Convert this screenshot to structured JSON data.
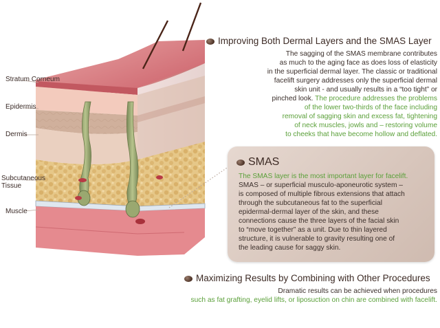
{
  "layer_labels": {
    "stratum_corneum": "Stratum Corneum",
    "epidermis": "Epidermis",
    "dermis": "Dermis",
    "subcutaneous_tissue_line1": "Subcutaneous",
    "subcutaneous_tissue_line2": "Tissue",
    "muscle": "Muscle"
  },
  "section1": {
    "heading": "Improving Both Dermal Layers and the SMAS Layer",
    "text_lines": [
      "The sagging of the SMAS membrane contributes",
      "as much to the aging face as does loss of elasticity",
      "in the superficial dermal layer. The classic or traditional",
      "facelift surgery addresses only the superficial dermal",
      "skin unit - and usually results in a “too tight” or",
      "pinched look."
    ],
    "inline_green_after_line6": "The procedure addresses the problems",
    "green_lines": [
      "of the lower two-thirds of the face including",
      "removal of sagging skin and excess fat, tightening",
      "of neck muscles, jowls and – restoring volume",
      "to cheeks that have become hollow and deflated."
    ]
  },
  "smas_box": {
    "title": "SMAS",
    "lead": "The SMAS layer is the most important layer for facelift.",
    "body_lines": [
      "SMAS – or superficial musculo-aponeurotic system –",
      "is composed of multiple fibrous extensions that attach",
      "through the subcutaneous fat to the superficial",
      "epidermal-dermal layer of the skin, and these",
      "connections cause the three layers of the facial skin",
      "to “move together” as a unit. Due to thin layered",
      "structure, it is vulnerable to gravity resulting one of",
      "the leading cause for saggy skin."
    ]
  },
  "section2": {
    "heading": "Maximizing Results by Combining with Other Procedures",
    "line1": "Dramatic results can be achieved when procedures",
    "line2_green": "such as fat grafting, eyelid lifts, or liposuction on chin are combined with facelift."
  },
  "colors": {
    "brown_heading": "#3c2a24",
    "green_text": "#5ba03a",
    "smas_box_bg": "#ddcdc4",
    "epidermis_top": "#c9676c",
    "dermis_pink": "#f0c2b4",
    "fat_yellow": "#e2c27e",
    "muscle_red": "#e0707a"
  }
}
